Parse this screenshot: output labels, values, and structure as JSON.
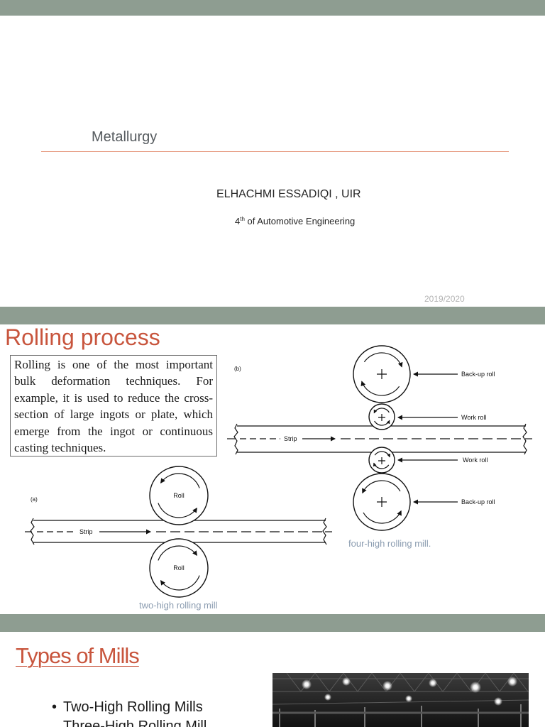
{
  "colors": {
    "bar": "#8e9d91",
    "accent": "#c8553d",
    "rule": "#e69a80",
    "caption": "#8b9cb0"
  },
  "slide1": {
    "title": "Metallurgy",
    "author": "ELHACHMI ESSADIQI , UIR",
    "course_number": "4",
    "course_sup": "th",
    "course_rest": " of Automotive Engineering",
    "year": "2019/2020"
  },
  "slide2": {
    "title": "Rolling process",
    "body": "Rolling is one of the most important bulk deformation techniques. For example, it is used to reduce the cross-section of large ingots or plate, which emerge from the ingot or continuous casting techniques.",
    "diagram_a": {
      "panel_label": "(a)",
      "roll_top_label": "Roll",
      "roll_bottom_label": "Roll",
      "strip_label": "Strip",
      "caption": "two-high rolling mill"
    },
    "diagram_b": {
      "panel_label": "(b)",
      "strip_label": "Strip",
      "upper_backup_label": "Back-up roll",
      "upper_work_label": "Work roll",
      "lower_work_label": "Work roll",
      "lower_backup_label": "Back-up roll",
      "caption": "four-high rolling mill."
    }
  },
  "slide3": {
    "title": "Types of Mills",
    "bullets": [
      "Two-High Rolling Mills",
      "Three-High Rolling Mill"
    ],
    "photo_icon": "rolling-mill-photo"
  }
}
